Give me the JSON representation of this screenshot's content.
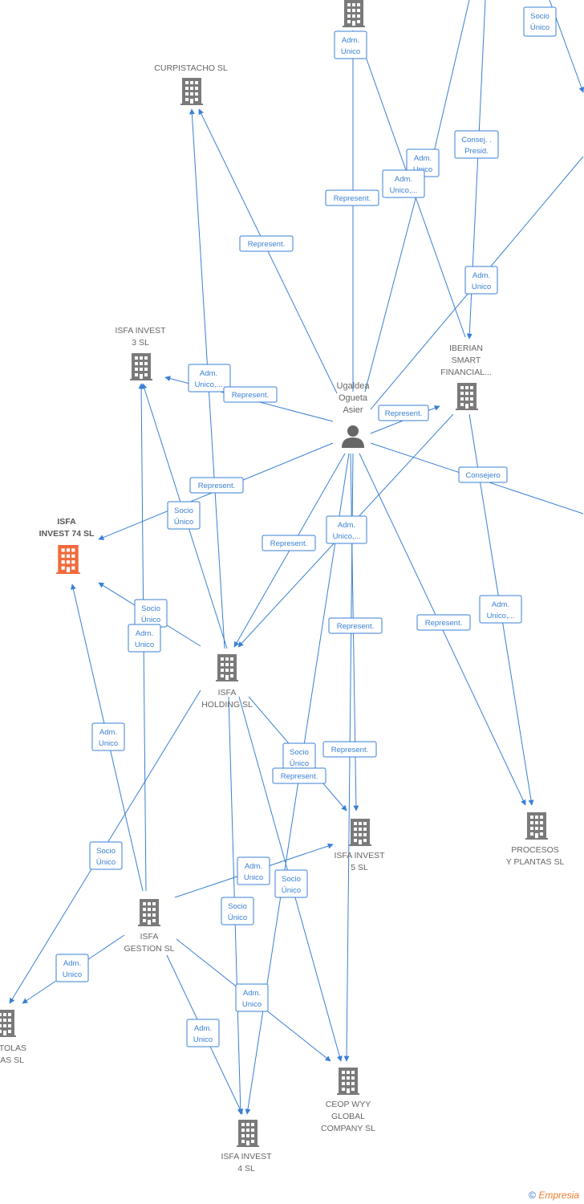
{
  "colors": {
    "edge": "#3a7fd4",
    "building": "#7a7a7a",
    "focus_building": "#f06a3c",
    "person": "#666666"
  },
  "nodes": {
    "top_building": {
      "label": [],
      "icon": "building-icon"
    },
    "curpistacho": {
      "label": [
        "CURPISTACHO SL"
      ],
      "icon": "building-icon"
    },
    "isfa_invest_3": {
      "label": [
        "ISFA INVEST",
        "3  SL"
      ],
      "icon": "building-icon"
    },
    "isfa_invest_74": {
      "label": [
        "ISFA",
        "INVEST 74  SL"
      ],
      "icon": "building-icon"
    },
    "ugaldea": {
      "label": [
        "Ugaldea",
        "Ogueta",
        "Asier"
      ],
      "icon": "person-icon"
    },
    "iberian": {
      "label": [
        "IBERIAN",
        "SMART",
        "FINANCIAL..."
      ],
      "icon": "building-icon"
    },
    "isfa_holding": {
      "label": [
        "ISFA",
        "HOLDING  SL"
      ],
      "icon": "building-icon"
    },
    "isfa_invest_5": {
      "label": [
        "ISFA INVEST",
        "5  SL"
      ],
      "icon": "building-icon"
    },
    "procesos": {
      "label": [
        "PROCESOS",
        "Y PLANTAS  SL"
      ],
      "icon": "building-icon"
    },
    "isfa_gestion": {
      "label": [
        "ISFA",
        "GESTION  SL"
      ],
      "icon": "building-icon"
    },
    "tolas": {
      "label": [
        "TOLAS",
        "AS  SL"
      ],
      "icon": "building-icon"
    },
    "ceop": {
      "label": [
        "CEOP WYY",
        "GLOBAL",
        "COMPANY SL"
      ],
      "icon": "building-icon"
    },
    "isfa_invest_4": {
      "label": [
        "ISFA INVEST",
        "4  SL"
      ],
      "icon": "building-icon"
    }
  },
  "edge_labels": [
    [
      "Socio",
      "Único"
    ],
    [
      "Adm.",
      "Unico"
    ],
    [
      "Consej. .",
      "Presid."
    ],
    [
      "Adm.",
      "Unico"
    ],
    [
      "Represent."
    ],
    [
      "Adm.",
      "Unico,..."
    ],
    [
      "Represent."
    ],
    [
      "Adm.",
      "Unico"
    ],
    [
      "Adm.",
      "Unico,..."
    ],
    [
      "Represent."
    ],
    [
      "Represent."
    ],
    [
      "Represent."
    ],
    [
      "Socio",
      "Único"
    ],
    [
      "Represent."
    ],
    [
      "Adm.",
      "Unico,..."
    ],
    [
      "Consejero"
    ],
    [
      "Represent."
    ],
    [
      "Represent."
    ],
    [
      "Adm.",
      "Unico,..."
    ],
    [
      "Socio",
      "Único"
    ],
    [
      "Adm.",
      "Unico"
    ],
    [
      "Adm.",
      "Unico"
    ],
    [
      "Socio",
      "Único"
    ],
    [
      "Represent."
    ],
    [
      "Represent."
    ],
    [
      "Socio",
      "Único"
    ],
    [
      "Adm.",
      "Unico"
    ],
    [
      "Socio",
      "Único"
    ],
    [
      "Socio",
      "Único"
    ],
    [
      "Adm.",
      "Unico"
    ],
    [
      "Adm.",
      "Unico"
    ],
    [
      "Adm.",
      "Unico"
    ]
  ],
  "footer": {
    "copyright": "©",
    "brand": "Empresia"
  }
}
